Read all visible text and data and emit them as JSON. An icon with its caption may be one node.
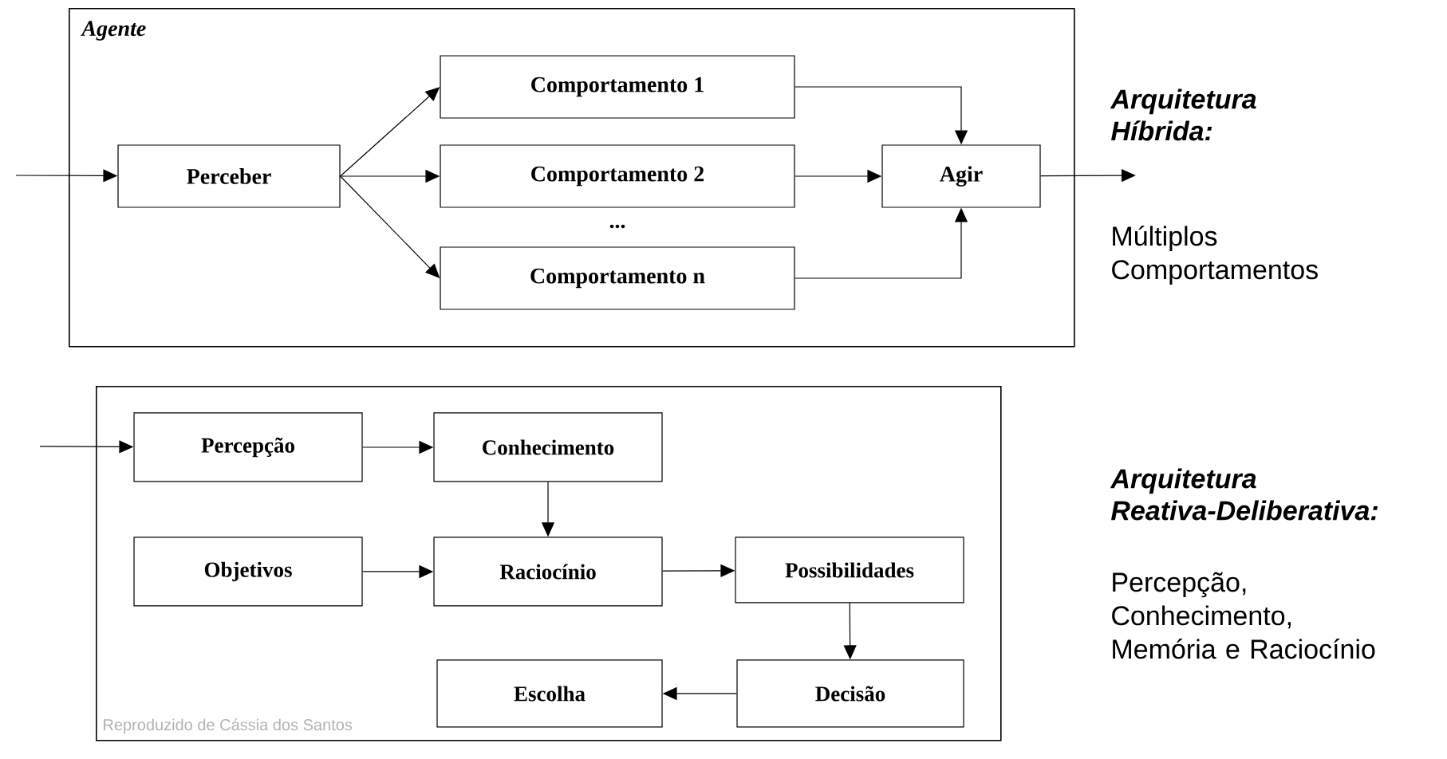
{
  "diagram": {
    "nodes": [
      {
        "text": [
          "Agente"
        ]
      },
      {
        "text": [
          "Perceber"
        ],
        "in": 0
      },
      {
        "text": [
          "Comportamento 1"
        ],
        "in": 0
      },
      {
        "text": [
          "Comportamento 2"
        ],
        "in": 0
      },
      {
        "text": [
          "Comportamento n"
        ],
        "in": 0
      },
      {
        "text": [
          "Agir"
        ],
        "in": 0
      },
      {
        "text": [],
        "shape": "box"
      },
      {
        "text": [
          "Percepção"
        ],
        "in": 6
      },
      {
        "text": [
          "Conhecimento"
        ],
        "in": 6
      },
      {
        "text": [
          "Objetivos"
        ],
        "in": 6
      },
      {
        "text": [
          "Raciocínio"
        ],
        "in": 6
      },
      {
        "text": [
          "Possibilidades"
        ],
        "in": 6
      },
      {
        "text": [
          "Escolha"
        ],
        "in": 6
      },
      {
        "text": [
          "Decisão"
        ],
        "in": 6
      }
    ],
    "edges": [
      {
        "from": null,
        "to": 1,
        "arrow": "to"
      },
      {
        "from": 1,
        "to": 2,
        "arrow": "to"
      },
      {
        "from": 1,
        "to": 3,
        "arrow": "to"
      },
      {
        "from": 1,
        "to": 4,
        "arrow": "to"
      },
      {
        "from": 2,
        "to": 5,
        "arrow": "to"
      },
      {
        "from": 3,
        "to": 5,
        "arrow": "to"
      },
      {
        "from": 4,
        "to": 5,
        "arrow": "to"
      },
      {
        "from": 5,
        "to": null,
        "arrow": "to"
      },
      {
        "from": null,
        "to": 7,
        "arrow": "to"
      },
      {
        "from": 7,
        "to": 8,
        "arrow": "to"
      },
      {
        "from": 8,
        "to": 10,
        "arrow": "to"
      },
      {
        "from": 9,
        "to": 10,
        "arrow": "to"
      },
      {
        "from": 10,
        "to": 11,
        "arrow": "to"
      },
      {
        "from": 11,
        "to": 13,
        "arrow": "to"
      },
      {
        "from": 13,
        "to": 12,
        "arrow": "to"
      }
    ],
    "labels": [
      "...",
      "Reproduzido de Cássia dos Santos",
      "Arquitetura Híbrida:",
      "Múltiplos Comportamentos",
      "Arquitetura Reativa-Deliberativa:",
      "Percepção, Conhecimento, Memória e Raciocínio"
    ]
  }
}
